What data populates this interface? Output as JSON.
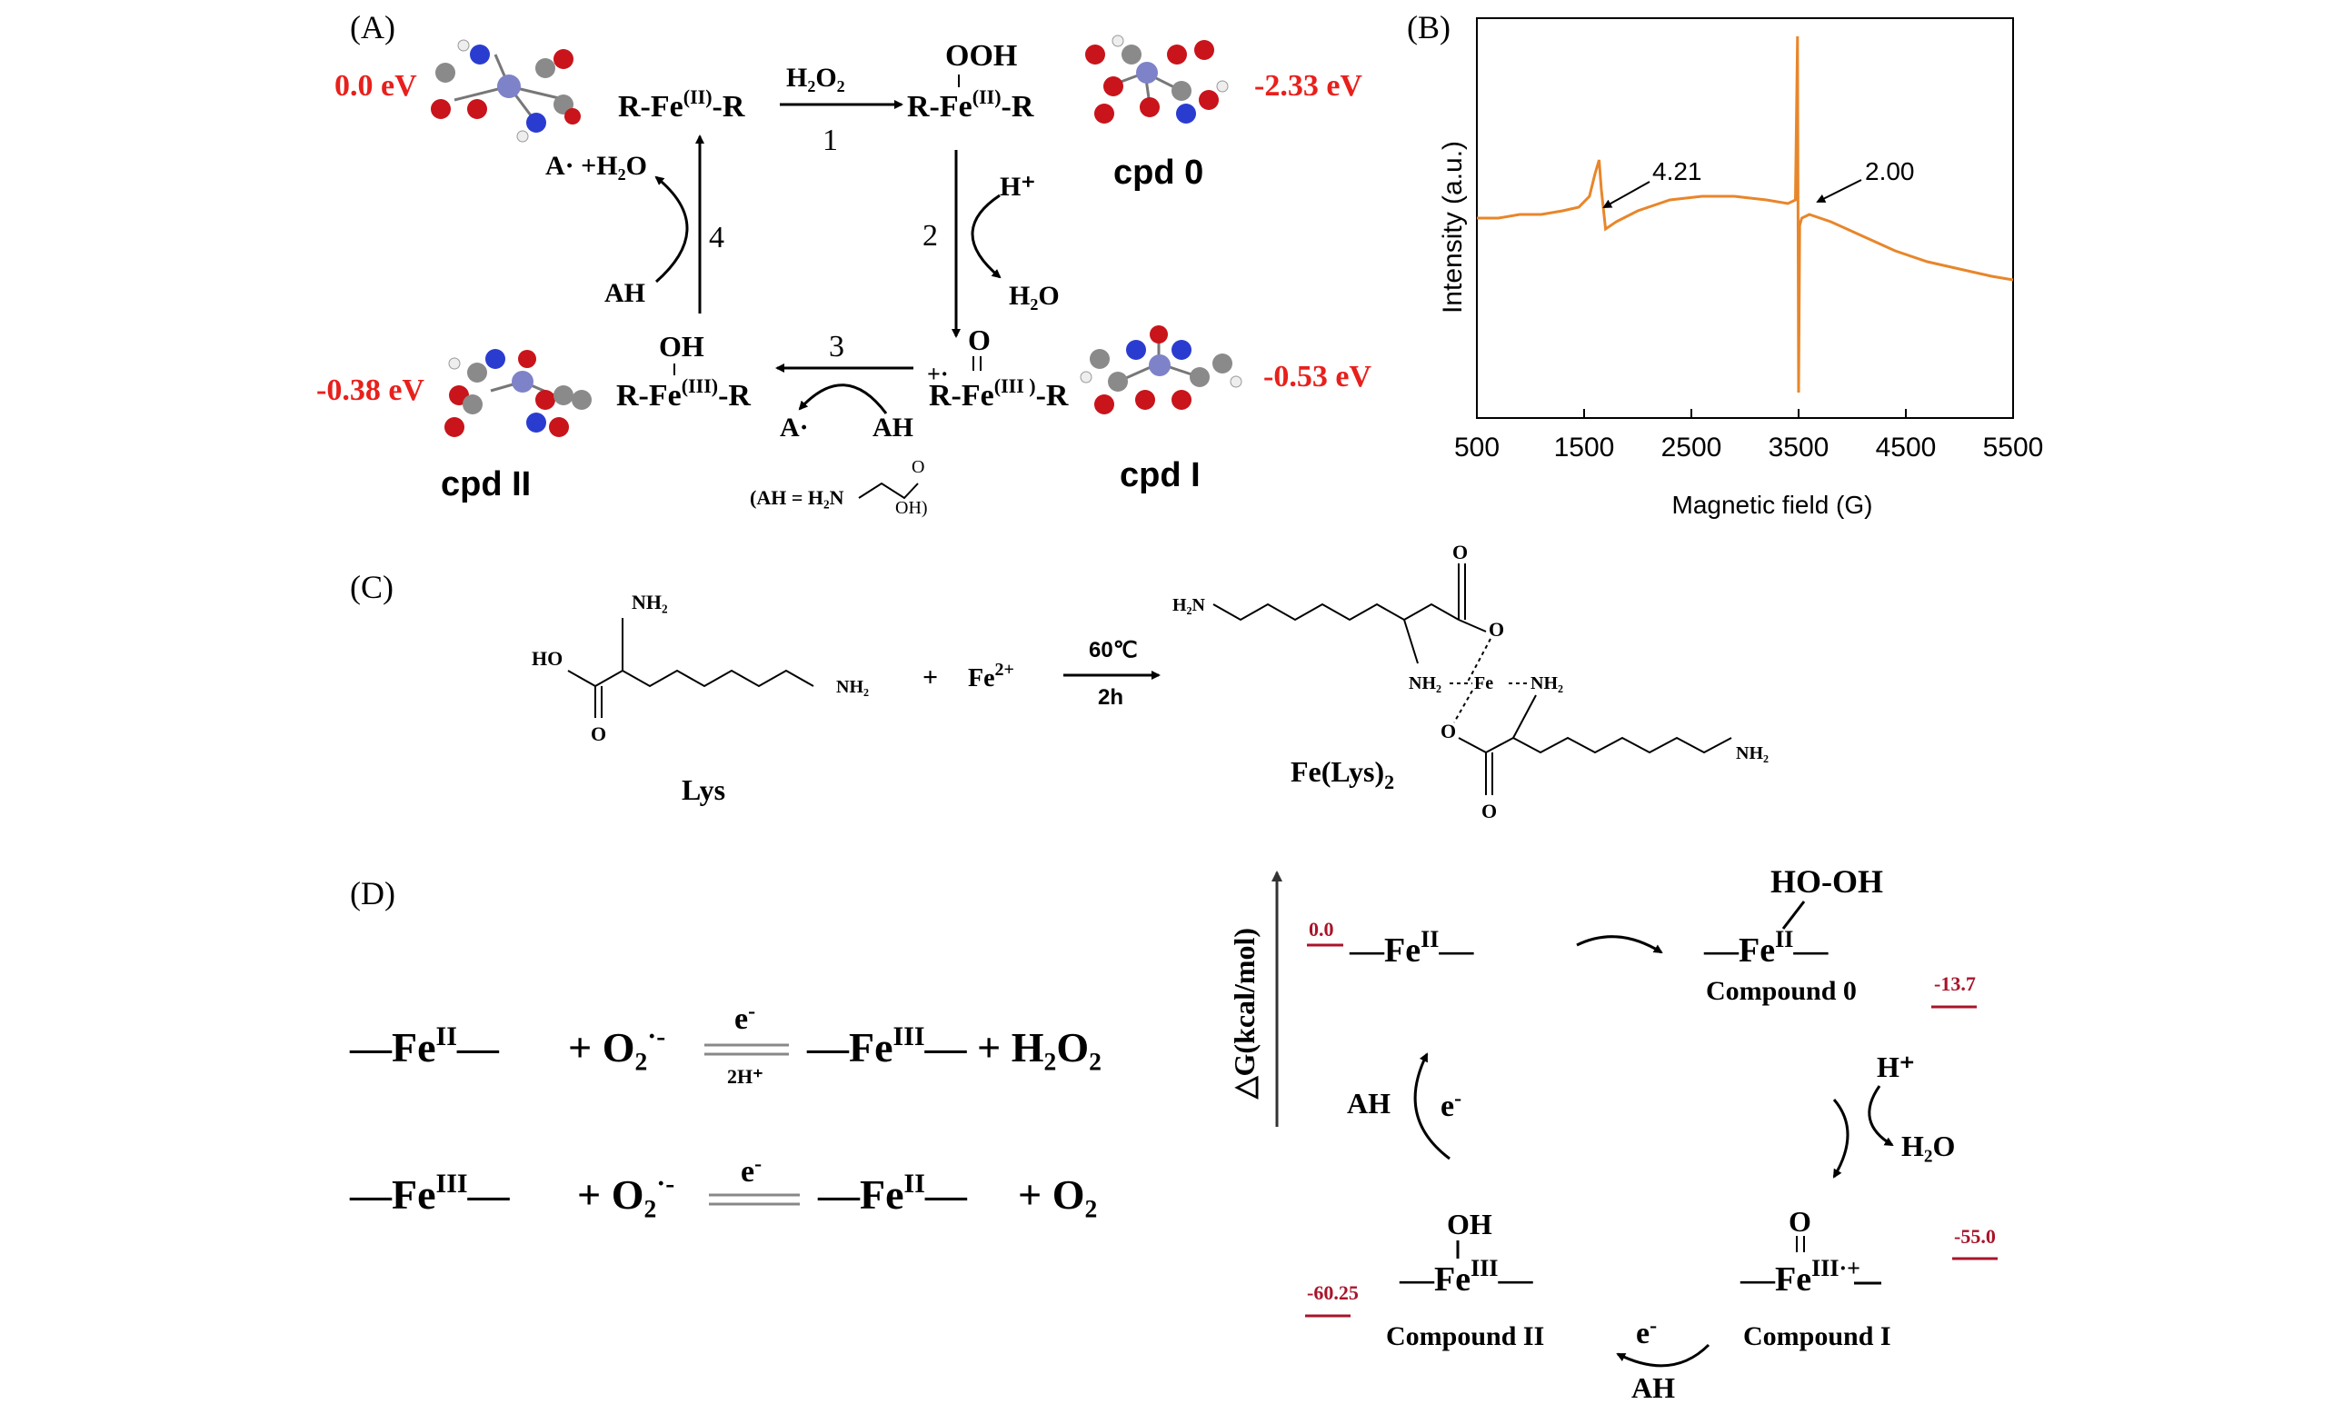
{
  "colors": {
    "red": "#e8201c",
    "darkred": "#a8142a",
    "orange": "#e8862a",
    "atom_c": "#8a8a8a",
    "atom_o": "#c8141a",
    "atom_n": "#2a3cd0",
    "atom_fe": "#7e82c8",
    "atom_h": "#eeeeee"
  },
  "panel_a": {
    "label": "(A)",
    "r_fe2_r": "R-Fe",
    "fe2_sup": "(II)",
    "r_tail": "-R",
    "h2o2": "H₂O₂",
    "step1": "1",
    "ooh": "OOH",
    "cpd0_fe": "R-Fe",
    "cpd0_sup": "(II)",
    "cpd0_tail": "-R",
    "cpd0": "cpd 0",
    "e_start": "0.0 eV",
    "e_cpd0": "-2.33 eV",
    "step2": "2",
    "h_plus": "H⁺",
    "h2o_out": "H₂O",
    "o_cpd1": "O",
    "radical_mark": "+·",
    "cpd1_fe": "R-Fe",
    "cpd1_sup": "(III )",
    "cpd1_tail": "-R",
    "cpd1": "cpd I",
    "e_cpd1": "-0.53 eV",
    "step3": "3",
    "a_rad3": "A·",
    "ah3": "AH",
    "oh": "OH",
    "cpd2_fe": "R-Fe",
    "cpd2_sup": "(III)",
    "cpd2_tail": "-R",
    "cpd2": "cpd II",
    "e_cpd2": "-0.38 eV",
    "step4": "4",
    "a_h2o": "A· +H₂O",
    "ah4": "AH",
    "ah_def": "(AH = H₂N",
    "ah_def_o": "O",
    "ah_def_oh": "OH)"
  },
  "panel_b": {
    "label": "(B)",
    "chart_data": {
      "type": "line",
      "xlabel": "Magnetic field (G)",
      "ylabel": "Intensity (a.u.)",
      "xlim": [
        500,
        5500
      ],
      "xticks": [
        500,
        1500,
        2500,
        3500,
        4500,
        5500
      ],
      "grid": false,
      "annotations": [
        "4.21",
        "2.00"
      ],
      "series": [
        {
          "color": "#e8862a",
          "x": [
            500,
            700,
            900,
            1100,
            1300,
            1450,
            1550,
            1600,
            1640,
            1660,
            1700,
            1800,
            2000,
            2300,
            2600,
            2900,
            3200,
            3400,
            3470,
            3490,
            3500,
            3510,
            3530,
            3600,
            3800,
            4100,
            4400,
            4700,
            5000,
            5300,
            5500
          ],
          "y": [
            0.5,
            0.5,
            0.51,
            0.51,
            0.52,
            0.53,
            0.56,
            0.62,
            0.66,
            0.58,
            0.47,
            0.49,
            0.52,
            0.55,
            0.56,
            0.56,
            0.55,
            0.54,
            0.55,
            1.0,
            0.02,
            0.48,
            0.5,
            0.51,
            0.49,
            0.45,
            0.41,
            0.38,
            0.36,
            0.34,
            0.33
          ]
        }
      ]
    }
  },
  "panel_c": {
    "label": "(C)",
    "nh2_top": "NH₂",
    "ho": "HO",
    "o_bottom": "O",
    "nh2_end": "NH₂",
    "plus": "+",
    "fe_ion": "Fe",
    "fe_charge": "2+",
    "temp": "60℃",
    "time": "2h",
    "lys": "Lys",
    "h2n": "H₂N",
    "o_c1": "O",
    "o_c2": "O",
    "nh2_a": "NH₂",
    "fe_center": "Fe",
    "nh2_b": "NH₂",
    "o_c3": "O",
    "o_c4": "O",
    "nh2_c": "NH₂",
    "product": "Fe(Lys)",
    "product_sub": "2"
  },
  "panel_d": {
    "label": "(D)",
    "eq1_fe": "—Fe",
    "eq1_sup": "II",
    "eq1_tail": "—",
    "eq1_plus": "+ O₂",
    "eq1_rad": "·-",
    "eq1_e": "e",
    "eq1_e_sup": "-",
    "eq1_h": "2H⁺",
    "eq1_prod": "—Fe",
    "eq1_prod_sup": "III",
    "eq1_prod_tail": "— + H₂O₂",
    "eq2_fe": "—Fe",
    "eq2_sup": "III",
    "eq2_tail": "—",
    "eq2_plus": "+ O₂",
    "eq2_rad": "·-",
    "eq2_e": "e",
    "eq2_e_sup": "-",
    "eq2_prod": "—Fe",
    "eq2_prod_sup": "II",
    "eq2_prod_tail": "—",
    "eq2_o2": "+  O₂",
    "axis": "△G(kcal/mol)",
    "g_start": "0.0",
    "fe2": "—Fe",
    "fe2_sup": "II",
    "fe2_tail": "—",
    "hooh": "HO-OH",
    "c0_fe": "—Fe",
    "c0_sup": "II",
    "c0_tail": "—",
    "c0": "Compound 0",
    "g_c0": "-13.7",
    "h_plus": "H⁺",
    "h2o": "H₂O",
    "o_c1": "O",
    "c1_fe": "—Fe",
    "c1_sup": "III",
    "c1_rad": "·+",
    "c1": "Compound I",
    "g_c1": "-55.0",
    "e_bottom": "e",
    "e_bottom_sup": "-",
    "ah_bottom": "AH",
    "oh": "OH",
    "c2_fe": "—Fe",
    "c2_sup": "III",
    "c2_tail": "—",
    "c2": "Compound II",
    "g_c2": "-60.25",
    "ah_left": "AH",
    "e_left": "e",
    "e_left_sup": "-"
  }
}
